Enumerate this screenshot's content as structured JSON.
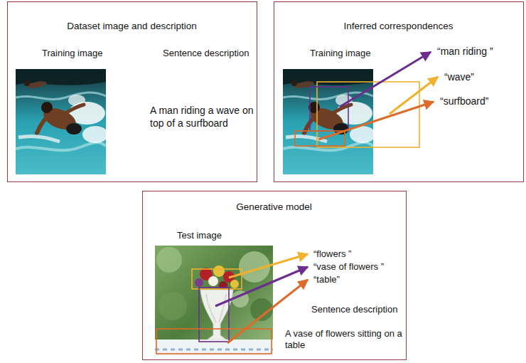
{
  "diagram": {
    "nodes": [
      {
        "text": [
          "Dataset image and description",
          "Training image",
          "Sentence description",
          "A man riding a wave on top of a surfboard"
        ]
      },
      {
        "text": [
          "Inferred correspondences",
          "Training image",
          "“man riding ”",
          "“wave”",
          "“surfboard”"
        ]
      },
      {
        "text": [
          "Generative model",
          "Test image",
          "“flowers ”",
          "“vase of flowers ”",
          "“table”",
          "Sentence description",
          "A vase of flowers sitting on a table"
        ]
      }
    ]
  }
}
